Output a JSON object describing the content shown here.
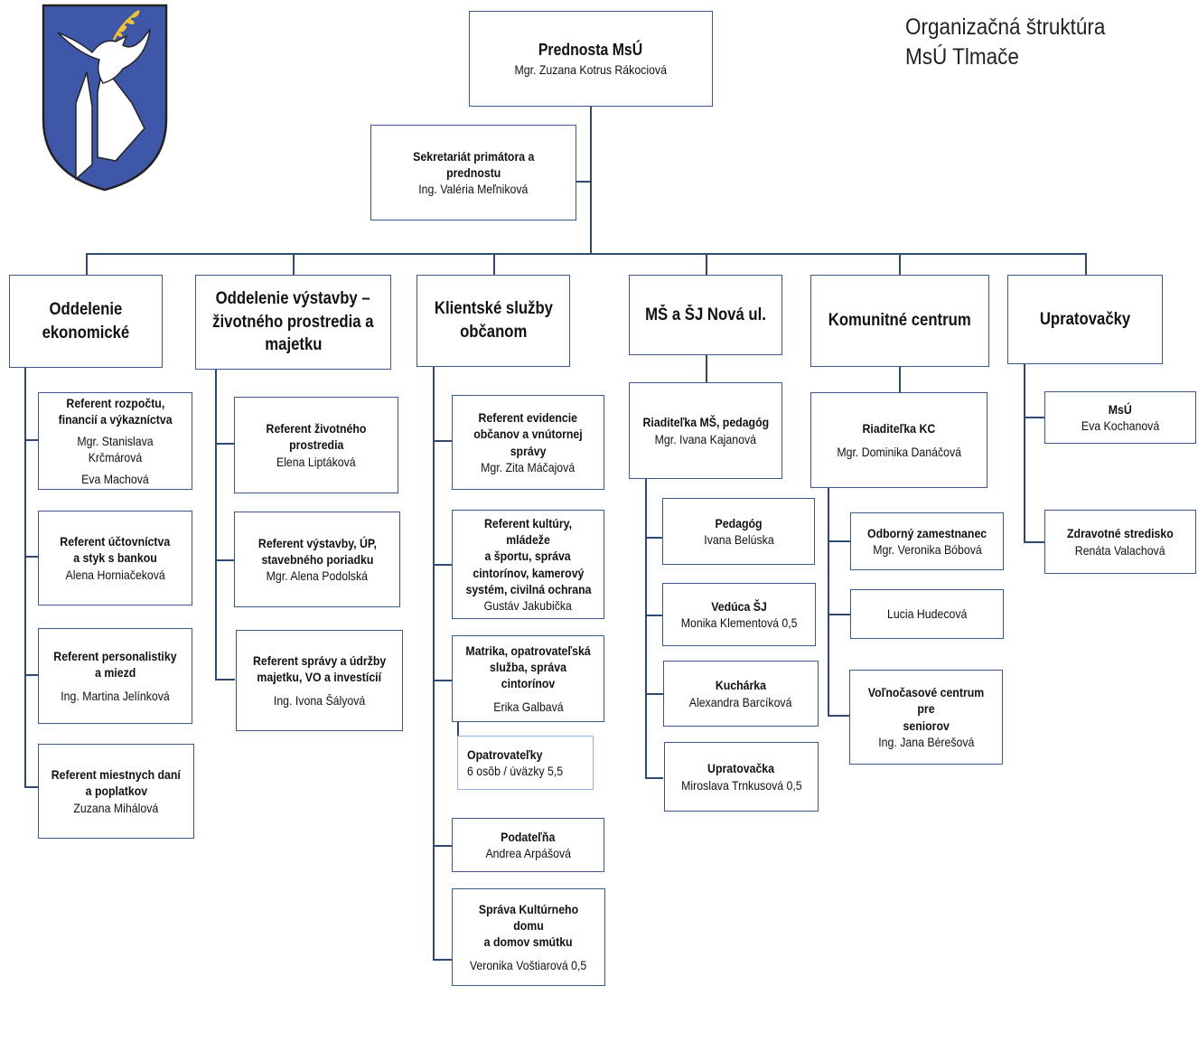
{
  "title": {
    "line1": "Organizačná štruktúra",
    "line2": "MsÚ Tlmače"
  },
  "colors": {
    "border": "#3c5a86",
    "line": "#2e4a74",
    "crest_blue": "#3f57a8",
    "crest_yellow": "#f1c232"
  },
  "head": {
    "title": "Prednosta MsÚ",
    "name": "Mgr. Zuzana Kotrus Rákociová"
  },
  "secretariat": {
    "title_1": "Sekretariát primátora a",
    "title_2": "prednostu",
    "name": "Ing. Valéria Meľniková"
  },
  "departments": [
    {
      "title_1": "Oddelenie",
      "title_2": "ekonomické",
      "units": [
        {
          "title_1": "Referent rozpočtu,",
          "title_2": "financií a výkazníctva",
          "name_1": "Mgr. Stanislava Krčmárová",
          "name_2": "Eva Machová"
        },
        {
          "title_1": "Referent účtovníctva",
          "title_2": "a styk s bankou",
          "name_1": "Alena Horniačeková"
        },
        {
          "title_1": "Referent personalistiky",
          "title_2": "a miezd",
          "name_1": "Ing. Martina Jelínková"
        },
        {
          "title_1": "Referent miestnych daní",
          "title_2": "a poplatkov",
          "name_1": "Zuzana Mihálová"
        }
      ]
    },
    {
      "title_1": "Oddelenie výstavby –",
      "title_2": "životného prostredia a",
      "title_3": "majetku",
      "units": [
        {
          "title_1": "Referent životného",
          "title_2": "prostredia",
          "name_1": "Elena Liptáková"
        },
        {
          "title_1": "Referent výstavby, ÚP,",
          "title_2": "stavebného poriadku",
          "name_1": "Mgr. Alena Podolská"
        },
        {
          "title_1": "Referent správy a údržby",
          "title_2": "majetku, VO a investícií",
          "name_1": "Ing. Ivona Šályová"
        }
      ]
    },
    {
      "title_1": "Klientské služby",
      "title_2": "občanom",
      "units": [
        {
          "title_1": "Referent evidencie",
          "title_2": "občanov a vnútornej",
          "title_3": "správy",
          "name_1": "Mgr. Zita Máčajová"
        },
        {
          "title_1": "Referent kultúry, mládeže",
          "title_2": "a športu, správa",
          "title_3": "cintorínov, kamerový",
          "title_4": "systém, civilná ochrana",
          "name_1": "Gustáv Jakubička"
        },
        {
          "title_1": "Matrika, opatrovateľská",
          "title_2": "služba, správa cintorínov",
          "name_1": "Erika Galbavá"
        },
        {
          "title_1": "Opatrovateľky",
          "name_1": "6 osôb / úväzky 5,5"
        },
        {
          "title_1": "Podateľňa",
          "name_1": "Andrea Arpášová"
        },
        {
          "title_1": "Správa Kultúrneho domu",
          "title_2": "a domov smútku",
          "name_1": "Veronika Voštiarová 0,5"
        }
      ]
    },
    {
      "title_1": "MŠ a ŠJ Nová ul.",
      "lead": {
        "title_1": "Riaditeľka MŠ, pedagóg",
        "name_1": "Mgr. Ivana Kajanová"
      },
      "units": [
        {
          "title_1": "Pedagóg",
          "name_1": "Ivana Belúska"
        },
        {
          "title_1": "Vedúca ŠJ",
          "name_1": "Monika Klementová 0,5"
        },
        {
          "title_1": "Kuchárka",
          "name_1": "Alexandra Barcíková"
        },
        {
          "title_1": "Upratovačka",
          "name_1": "Miroslava Trnkusová 0,5"
        }
      ]
    },
    {
      "title_1": "Komunitné centrum",
      "lead": {
        "title_1": "Riaditeľka KC",
        "name_1": "Mgr. Dominika Danáčová"
      },
      "units": [
        {
          "title_1": "Odborný zamestnanec",
          "name_1": "Mgr. Veronika Bóbová"
        },
        {
          "name_1": "Lucia Hudecová"
        },
        {
          "title_1": "Voľnočasové centrum pre",
          "title_2": "seniorov",
          "name_1": "Ing. Jana Bérešová"
        }
      ]
    },
    {
      "title_1": "Upratovačky",
      "units": [
        {
          "title_1": "MsÚ",
          "name_1": "Eva Kochanová"
        },
        {
          "title_1": "Zdravotné stredisko",
          "name_1": "Renáta Valachová"
        }
      ]
    }
  ],
  "crest": {
    "icon": "town-coat-of-arms-dove-icon"
  }
}
